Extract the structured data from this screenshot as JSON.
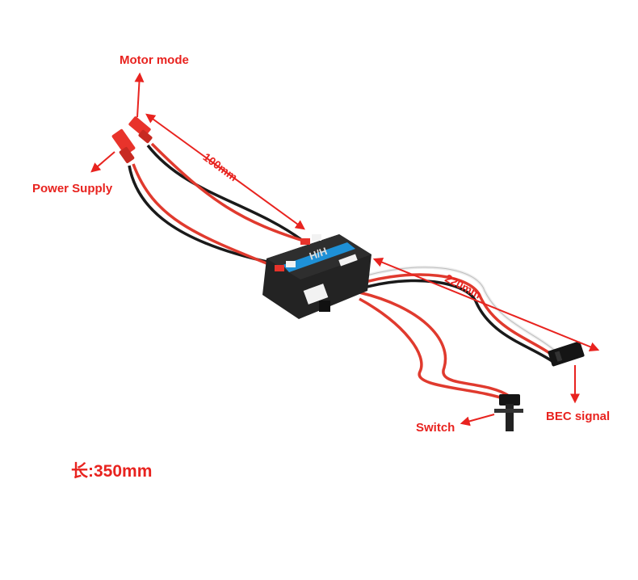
{
  "labels": {
    "motor_mode": "Motor mode",
    "power_supply": "Power Supply",
    "dim_100": "100mm",
    "dim_220": "220mm",
    "switch": "Switch",
    "bec_signal": "BEC signal",
    "total_length": "长:350mm"
  },
  "colors": {
    "annotation": "#e8231f",
    "wire_red": "#e03a2e",
    "wire_black": "#1a1a1a",
    "wire_white": "#eeeeee",
    "case": "#232323",
    "stripe": "#1e90d6"
  }
}
